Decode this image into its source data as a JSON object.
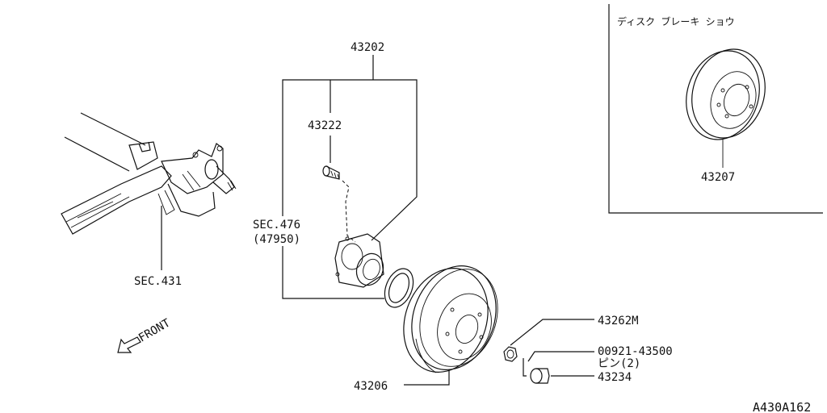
{
  "labels": {
    "assembly": "43202",
    "bolt": "43222",
    "bearing_sec": "SEC.476",
    "bearing_part": "(47950)",
    "axle_sec": "SEC.431",
    "front": "FRONT",
    "drum": "43206",
    "nut": "43262M",
    "pin_part": "00921-43500",
    "pin_note": "ピン(2)",
    "cap": "43234",
    "disc_title": "ディスク ブレーキ ショウ",
    "disc": "43207",
    "figure_id": "A430A162"
  }
}
